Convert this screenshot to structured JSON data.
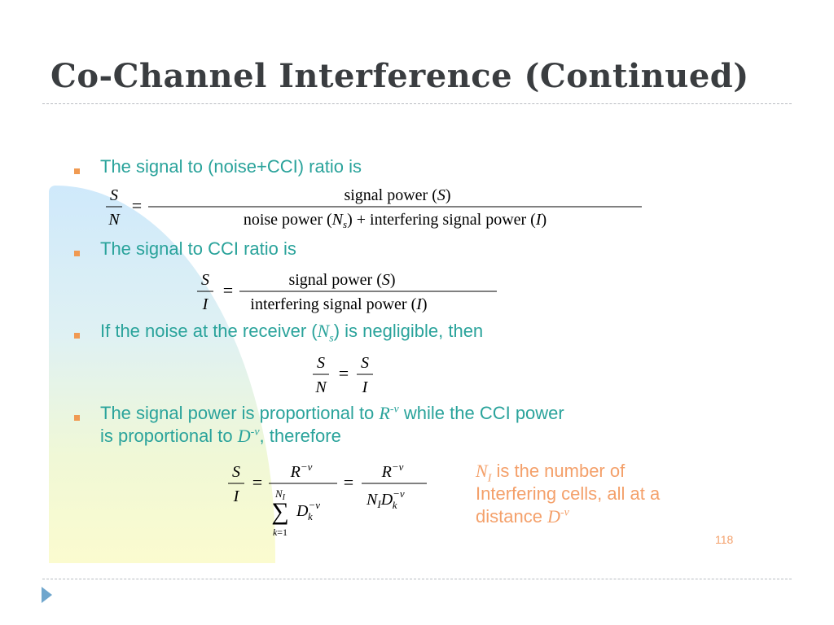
{
  "slide": {
    "title": "Co-Channel Interference (Continued)",
    "page_number": "118"
  },
  "bullets": [
    {
      "text": "The signal to (noise+CCI) ratio is"
    },
    {
      "text": "The signal to CCI ratio is"
    },
    {
      "text_before": "If the noise at the receiver (",
      "math": "N",
      "math_sub": "s",
      "text_after": ") is negligible, then"
    },
    {
      "line1_before": "The signal power is proportional to ",
      "line1_math": "R",
      "line1_sup": "-v",
      "line1_after": " while the CCI power",
      "line2_before": "is proportional to ",
      "line2_math": "D",
      "line2_sup": "-v",
      "line2_after": ", therefore"
    }
  ],
  "note": {
    "line1_math": "N",
    "line1_sub": "I",
    "line1_text": " is the number of",
    "line2_text": "Interfering cells, all at a",
    "line3_text": "distance ",
    "line3_math": "D",
    "line3_sup": "-v"
  },
  "equations": {
    "eq1": {
      "lhs_num": "S",
      "lhs_den": "N",
      "rhs_num": "signal power (S)",
      "rhs_den": "noise power (Nₛ) + interfering signal power (I)"
    },
    "eq2": {
      "lhs_num": "S",
      "lhs_den": "I",
      "rhs_num": "signal power (S)",
      "rhs_den": "interfering signal power (I)"
    },
    "eq3": {
      "lhs_num": "S",
      "lhs_den": "N",
      "rhs_num": "S",
      "rhs_den": "I"
    },
    "eq4": {
      "lhs_num": "S",
      "lhs_den": "I",
      "mid_num": "R⁻ᵛ",
      "mid_den_sum_top": "Nᵢ",
      "mid_den_sum_bottom": "k=1",
      "mid_den_term": "Dₖ⁻ᵛ",
      "rhs_num": "R⁻ᵛ",
      "rhs_den": "NᵢDₖ⁻ᵛ"
    }
  }
}
